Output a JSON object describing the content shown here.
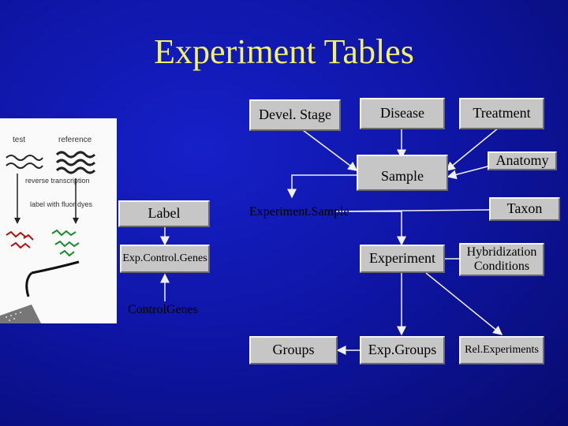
{
  "title": "Experiment Tables",
  "nodes": {
    "devel_stage": "Devel. Stage",
    "disease": "Disease",
    "treatment": "Treatment",
    "sample": "Sample",
    "anatomy": "Anatomy",
    "label": "Label",
    "experiment_sample": "Experiment.Sample",
    "taxon": "Taxon",
    "exp_control_genes": "Exp.Control.Genes",
    "experiment": "Experiment",
    "hybridization_conditions": "Hybridization Conditions",
    "control_genes": "ControlGenes",
    "groups": "Groups",
    "exp_groups": "Exp.Groups",
    "rel_experiments": "Rel.Experiments"
  },
  "figure": {
    "test": "test",
    "reference": "reference",
    "reverse_transcription": "reverse transcription",
    "label_with_fluor_dyes": "label with fluor dyes"
  },
  "colors": {
    "background": "#1018b8",
    "title": "#f2f26a",
    "box": "#c6c6c6",
    "arrow": "#f0f0f0"
  }
}
